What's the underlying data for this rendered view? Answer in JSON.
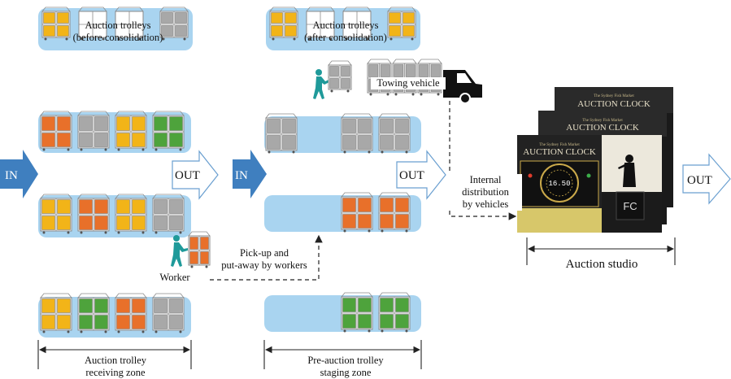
{
  "labels": {
    "before_consolidation": "Auction trolleys\n(before consolidation)",
    "after_consolidation": "Auction trolleys\n(after consolidation)",
    "towing_vehicle": "Towing vehicle",
    "worker": "Worker",
    "pickup": "Pick-up and\nput-away by workers",
    "internal": "Internal\ndistribution\nby vehicles",
    "receiving_zone": "Auction trolley\nreceiving zone",
    "staging_zone": "Pre-auction trolley\nstaging zone",
    "auction_studio": "Auction studio"
  },
  "arrows": {
    "in_left": "IN",
    "out_left": "OUT",
    "in_mid": "IN",
    "out_mid": "OUT",
    "out_right": "OUT"
  },
  "screen": {
    "brand": "The Sydney Fish Market",
    "title": "AUCTION CLOCK",
    "logo": "FC",
    "clock_value": "16.50"
  },
  "colors": {
    "tray": "#a9d4f0",
    "in_arrow": "#3f7fbf",
    "out_arrow_stroke": "#6a9fd0",
    "orange": "#e8702a",
    "yellow": "#f2b418",
    "green": "#4ea33c",
    "gray": "#a8a8a8",
    "worker": "#1f9a9a"
  },
  "trays": [
    {
      "id": "top-left",
      "colors": [
        "yellow",
        "none",
        "none",
        "gray"
      ]
    },
    {
      "id": "top-mid",
      "colors": [
        "yellow",
        "none",
        "none",
        "yellow"
      ]
    },
    {
      "id": "recv-1",
      "colors": [
        "orange",
        "gray",
        "yellow",
        "green"
      ]
    },
    {
      "id": "recv-2",
      "colors": [
        "yellow",
        "orange",
        "yellow",
        "gray"
      ]
    },
    {
      "id": "recv-3",
      "colors": [
        "yellow",
        "green",
        "orange",
        "gray"
      ]
    },
    {
      "id": "stage-1",
      "colors": [
        "gray",
        "none",
        "gray",
        "gray"
      ]
    },
    {
      "id": "stage-2",
      "colors": [
        "none",
        "none",
        "orange",
        "orange"
      ]
    },
    {
      "id": "stage-3",
      "colors": [
        "none",
        "none",
        "green",
        "green"
      ]
    }
  ]
}
